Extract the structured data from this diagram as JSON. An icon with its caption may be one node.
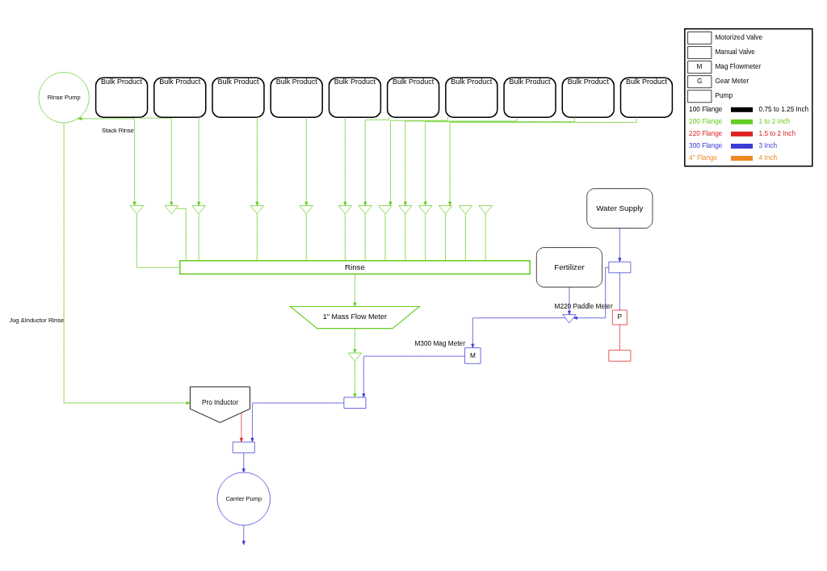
{
  "diagram": {
    "nodes": [
      {
        "text": [
          "Bulk Product"
        ]
      },
      {
        "text": [
          "Bulk Product"
        ]
      },
      {
        "text": [
          "Bulk Product"
        ]
      },
      {
        "text": [
          "Bulk Product"
        ]
      },
      {
        "text": [
          "Bulk Product"
        ]
      },
      {
        "text": [
          "Bulk Product"
        ]
      },
      {
        "text": [
          "Bulk Product"
        ]
      },
      {
        "text": [
          "Bulk Product"
        ]
      },
      {
        "text": [
          "Bulk Product"
        ]
      },
      {
        "text": [
          "Bulk Product"
        ]
      },
      {
        "text": [],
        "shape": "valve"
      },
      {
        "text": [],
        "shape": "valve"
      },
      {
        "text": [],
        "shape": "valve"
      },
      {
        "text": [],
        "shape": "valve"
      },
      {
        "text": [],
        "shape": "valve"
      },
      {
        "text": [],
        "shape": "valve"
      },
      {
        "text": [],
        "shape": "valve"
      },
      {
        "text": [],
        "shape": "valve"
      },
      {
        "text": [],
        "shape": "valve"
      },
      {
        "text": [],
        "shape": "valve"
      },
      {
        "text": [],
        "shape": "valve"
      },
      {
        "text": [],
        "shape": "valve"
      },
      {
        "text": [],
        "shape": "valve"
      },
      {
        "text": [
          "Rinse"
        ]
      },
      {
        "text": [
          "1\" Mass Flow Meter"
        ]
      },
      {
        "text": [],
        "shape": "valve"
      },
      {
        "text": [
          "Pro Inductor"
        ]
      },
      {
        "text": [
          "Water Supply"
        ]
      },
      {
        "text": [],
        "shape": "box"
      },
      {
        "text": [
          "P"
        ],
        "beside": [
          "M220 Paddle Meter"
        ]
      },
      {
        "text": [],
        "shape": "box"
      },
      {
        "text": [
          "Fertilizer"
        ]
      },
      {
        "text": [],
        "shape": "valve"
      },
      {
        "text": [
          "M"
        ],
        "beside": [
          "M300 Mag Meter"
        ]
      },
      {
        "text": [],
        "shape": "box"
      },
      {
        "text": [],
        "shape": "box"
      },
      {
        "text": [
          "Carrier Pump"
        ]
      },
      {
        "text": [
          "Rinse Pump"
        ]
      }
    ],
    "edges": [
      {
        "from": 0,
        "to": 11,
        "arrow": "to"
      },
      {
        "from": 3,
        "to": 12,
        "arrow": "to"
      },
      {
        "from": 6,
        "to": 13,
        "arrow": "to"
      },
      {
        "from": 1,
        "to": 14,
        "arrow": "to"
      },
      {
        "from": 4,
        "to": 15,
        "arrow": "to"
      },
      {
        "from": 7,
        "to": 16,
        "arrow": "to"
      },
      {
        "from": 2,
        "to": 17,
        "arrow": "to"
      },
      {
        "from": 5,
        "to": 18,
        "arrow": "to"
      },
      {
        "from": 8,
        "to": 19,
        "arrow": "to"
      },
      {
        "from": 9,
        "to": 20,
        "arrow": "to"
      },
      {
        "from": 10,
        "to": 23,
        "arrow": "none"
      },
      {
        "from": 11,
        "to": 23,
        "arrow": "none"
      },
      {
        "from": 12,
        "to": 23,
        "arrow": "none"
      },
      {
        "from": 13,
        "to": 23,
        "arrow": "none"
      },
      {
        "from": 14,
        "to": 23,
        "arrow": "none"
      },
      {
        "from": 15,
        "to": 23,
        "arrow": "none"
      },
      {
        "from": 16,
        "to": 23,
        "arrow": "none"
      },
      {
        "from": 17,
        "to": 23,
        "arrow": "none"
      },
      {
        "from": 18,
        "to": 23,
        "arrow": "none"
      },
      {
        "from": 19,
        "to": 23,
        "arrow": "none"
      },
      {
        "from": 20,
        "to": 23,
        "arrow": "none"
      },
      {
        "from": 21,
        "to": 23,
        "arrow": "none"
      },
      {
        "from": 22,
        "to": 23,
        "arrow": "none"
      },
      {
        "from": 37,
        "to": 10,
        "arrow": "both",
        "label": "Stack Rinse"
      },
      {
        "from": 23,
        "to": 24,
        "arrow": "to"
      },
      {
        "from": 24,
        "to": 25,
        "arrow": "to"
      },
      {
        "from": 25,
        "to": 34,
        "arrow": "to"
      },
      {
        "from": 27,
        "to": 30,
        "arrow": "to",
        "color": "#3b3bd6"
      },
      {
        "from": 30,
        "to": 29,
        "arrow": "none",
        "color": "#3b3bd6"
      },
      {
        "from": 29,
        "to": 28,
        "arrow": "none",
        "color": "#dd2222"
      },
      {
        "from": 30,
        "to": 32,
        "arrow": "to",
        "color": "#3b3bd6"
      },
      {
        "from": 31,
        "to": 32,
        "arrow": "to",
        "color": "#3b3bd6"
      },
      {
        "from": 32,
        "to": 33,
        "arrow": "to",
        "color": "#3b3bd6"
      },
      {
        "from": 33,
        "to": 34,
        "arrow": "to",
        "color": "#3b3bd6"
      },
      {
        "from": 34,
        "to": 35,
        "arrow": "to",
        "color": "#3b3bd6"
      },
      {
        "from": 26,
        "to": 35,
        "arrow": "to",
        "color": "#dd2222"
      },
      {
        "from": 35,
        "to": 36,
        "arrow": "to",
        "color": "#3b3bd6"
      },
      {
        "from": 36,
        "to": null,
        "arrow": "to",
        "color": "#3b3bd6"
      },
      {
        "from": 37,
        "to": 26,
        "arrow": "to",
        "label": "Jug &Inductor Rinse"
      }
    ],
    "labels": [
      "M",
      "G",
      "0.75 to 1.25 Inch",
      "1 to 2 Inch",
      "1.5 to 2 Inch",
      "3 Inch",
      "4 Inch"
    ],
    "legend": [
      {
        "text": "Motorized Valve"
      },
      {
        "text": "Manual Valve"
      },
      {
        "text": "Mag Flowmeter"
      },
      {
        "text": "Gear Meter"
      },
      {
        "text": "Pump"
      },
      {
        "text": "100 Flange"
      },
      {
        "text": "200 Flange"
      },
      {
        "text": "220 Flange"
      },
      {
        "text": "300 Flange"
      },
      {
        "text": "4\" Flange"
      }
    ]
  }
}
